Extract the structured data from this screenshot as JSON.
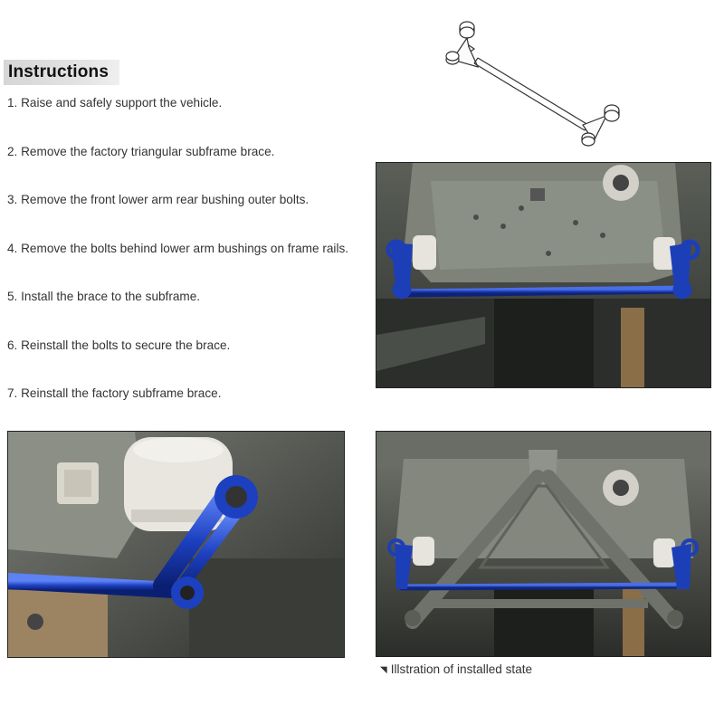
{
  "heading": "Instructions",
  "steps": [
    "1. Raise and safely support the vehicle.",
    "2. Remove the factory triangular subframe brace.",
    "3. Remove the front lower arm rear bushing outer bolts.",
    "4. Remove the bolts behind lower arm bushings on frame rails.",
    "5. Install the brace to the subframe.",
    "6. Reinstall the bolts to secure the brace.",
    "7. Reinstall the factory subframe brace."
  ],
  "caption": {
    "marker": "◥",
    "text": "Illstration of installed state"
  },
  "colors": {
    "brace_blue": "#1c3fb8",
    "subframe_gray": "#8a8e86",
    "bushing_white": "#e6e4dc"
  },
  "icons": {
    "diagram": "brace-line-drawing",
    "photo_top": "installed-brace-photo",
    "photo_closeup": "bushing-closeup-photo",
    "photo_full": "installed-state-photo"
  }
}
